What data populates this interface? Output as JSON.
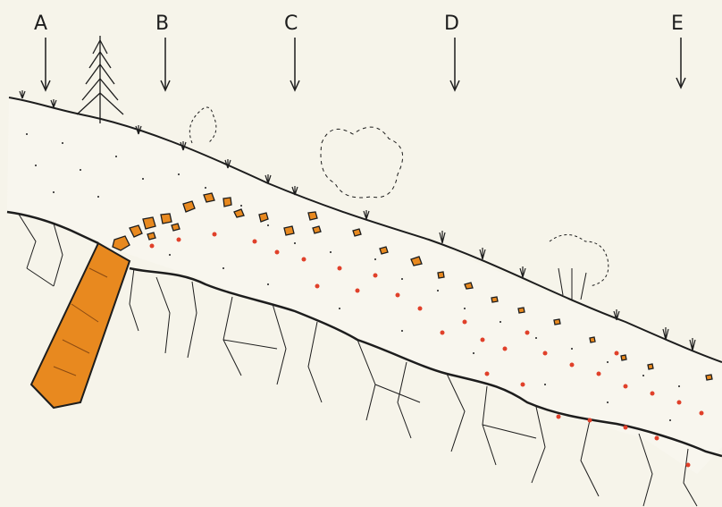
{
  "labels": [
    "A",
    "B",
    "C",
    "D",
    "E"
  ],
  "colors": {
    "paper": "#f6f4ea",
    "ink": "#1d1d1d",
    "ore": "#e8891f",
    "ore_dark": "#8a4a12",
    "dot_red": "#e0402a"
  }
}
